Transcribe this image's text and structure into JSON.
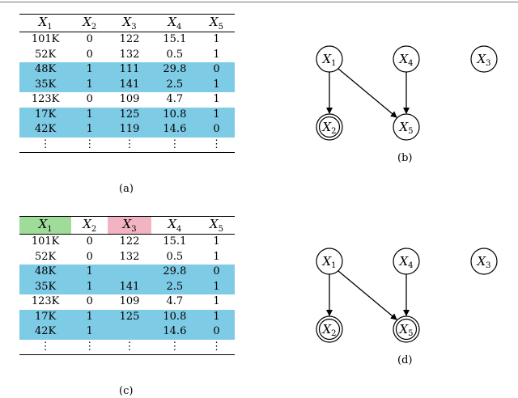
{
  "panel_a": {
    "headers": [
      "X",
      "X",
      "X",
      "X",
      "X"
    ],
    "subs": [
      "1",
      "2",
      "3",
      "4",
      "5"
    ],
    "rows": [
      [
        "101K",
        "0",
        "122",
        "15.1",
        "1"
      ],
      [
        "52K",
        "0",
        "132",
        "0.5",
        "1"
      ],
      [
        "48K",
        "1",
        "111",
        "29.8",
        "0"
      ],
      [
        "35K",
        "1",
        "141",
        "2.5",
        "1"
      ],
      [
        "123K",
        "0",
        "109",
        "4.7",
        "1"
      ],
      [
        "17K",
        "1",
        "125",
        "10.8",
        "1"
      ],
      [
        "42K",
        "1",
        "119",
        "14.6",
        "0"
      ]
    ],
    "caption": "(a)"
  },
  "panel_b": {
    "nodes": [
      "X1",
      "X4",
      "X3",
      "X2",
      "X5"
    ],
    "caption": "(b)"
  },
  "panel_c": {
    "rows": [
      [
        "101K",
        "0",
        "122",
        "15.1",
        "1"
      ],
      [
        "52K",
        "0",
        "132",
        "0.5",
        "1"
      ],
      [
        "48K",
        "1",
        "",
        "29.8",
        "0"
      ],
      [
        "35K",
        "1",
        "141",
        "2.5",
        "1"
      ],
      [
        "123K",
        "0",
        "109",
        "4.7",
        "1"
      ],
      [
        "17K",
        "1",
        "125",
        "10.8",
        "1"
      ],
      [
        "42K",
        "1",
        "",
        "14.6",
        "0"
      ]
    ],
    "caption": "(c)"
  },
  "panel_d": {
    "caption": "(d)"
  },
  "colors": {
    "row_highlight": "#7ecbe6",
    "header_green": "#9fdc9a",
    "header_pink": "#f2b3c2"
  },
  "ellipsis": "⋮"
}
